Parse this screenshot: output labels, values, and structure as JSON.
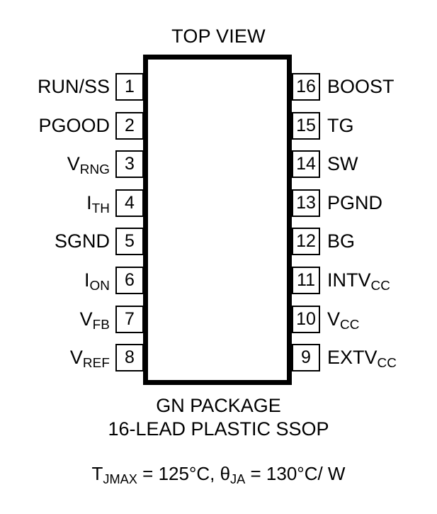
{
  "figure": {
    "title": "TOP VIEW",
    "package_name": "GN PACKAGE",
    "package_desc": "16-LEAD PLASTIC SSOP",
    "outline_color": "#000000",
    "background_color": "#ffffff"
  },
  "thermal": {
    "tj_symbol": "T",
    "tj_subscript": "JMAX",
    "tj_value": " = 125°C, ",
    "theta_symbol": "θ",
    "theta_subscript": "JA",
    "theta_value": " = 130°C/ W"
  },
  "pins": {
    "left": [
      {
        "number": "1",
        "name": "RUN/SS",
        "sub": ""
      },
      {
        "number": "2",
        "name": "PGOOD",
        "sub": ""
      },
      {
        "number": "3",
        "name": "V",
        "sub": "RNG"
      },
      {
        "number": "4",
        "name": "I",
        "sub": "TH"
      },
      {
        "number": "5",
        "name": "SGND",
        "sub": ""
      },
      {
        "number": "6",
        "name": "I",
        "sub": "ON"
      },
      {
        "number": "7",
        "name": "V",
        "sub": "FB"
      },
      {
        "number": "8",
        "name": "V",
        "sub": "REF"
      }
    ],
    "right": [
      {
        "number": "16",
        "name": "BOOST",
        "sub": ""
      },
      {
        "number": "15",
        "name": "TG",
        "sub": ""
      },
      {
        "number": "14",
        "name": "SW",
        "sub": ""
      },
      {
        "number": "13",
        "name": "PGND",
        "sub": ""
      },
      {
        "number": "12",
        "name": "BG",
        "sub": ""
      },
      {
        "number": "11",
        "name": "INTV",
        "sub": "CC"
      },
      {
        "number": "10",
        "name": "V",
        "sub": "CC"
      },
      {
        "number": "9",
        "name": "EXTV",
        "sub": "CC"
      }
    ]
  }
}
